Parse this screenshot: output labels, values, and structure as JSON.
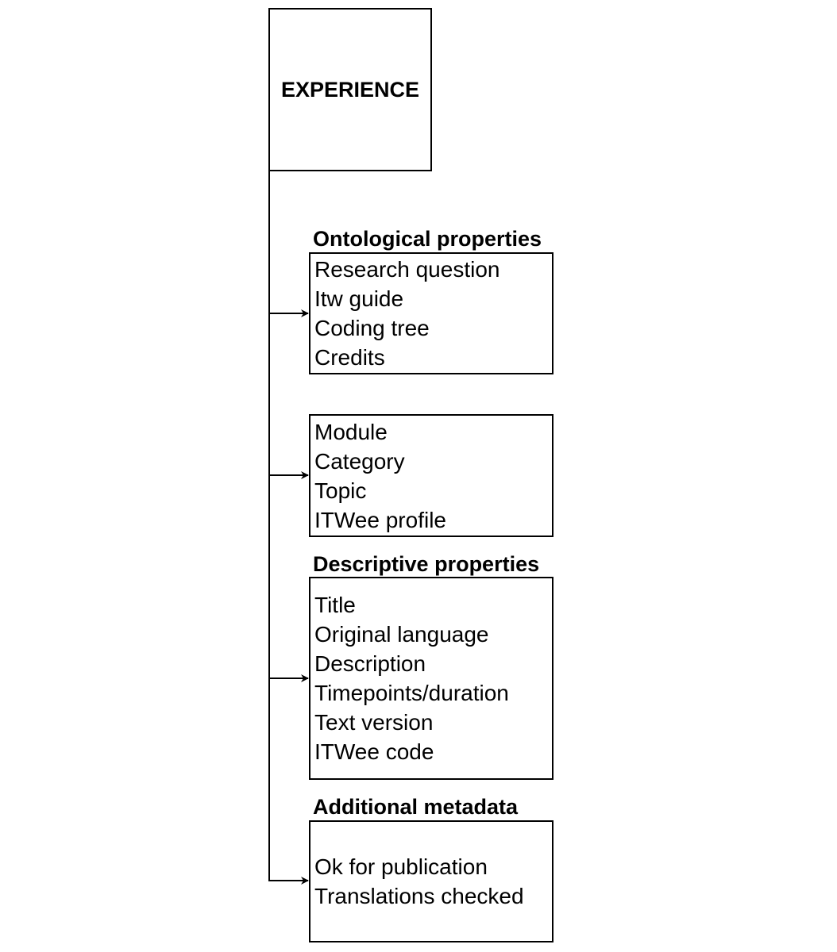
{
  "root": {
    "label": "EXPERIENCE"
  },
  "groups": [
    {
      "heading": "Ontological properties",
      "items": [
        "Research question",
        "Itw guide",
        "Coding tree",
        "Credits"
      ]
    },
    {
      "heading": "",
      "items": [
        "Module",
        "Category",
        "Topic",
        "ITWee profile"
      ]
    },
    {
      "heading": "Descriptive properties",
      "items": [
        "Title",
        "Original language",
        "Description",
        "Timepoints/duration",
        "Text version",
        "ITWee code"
      ]
    },
    {
      "heading": "Additional metadata",
      "items": [
        "Ok for publication",
        "Translations checked"
      ]
    }
  ]
}
